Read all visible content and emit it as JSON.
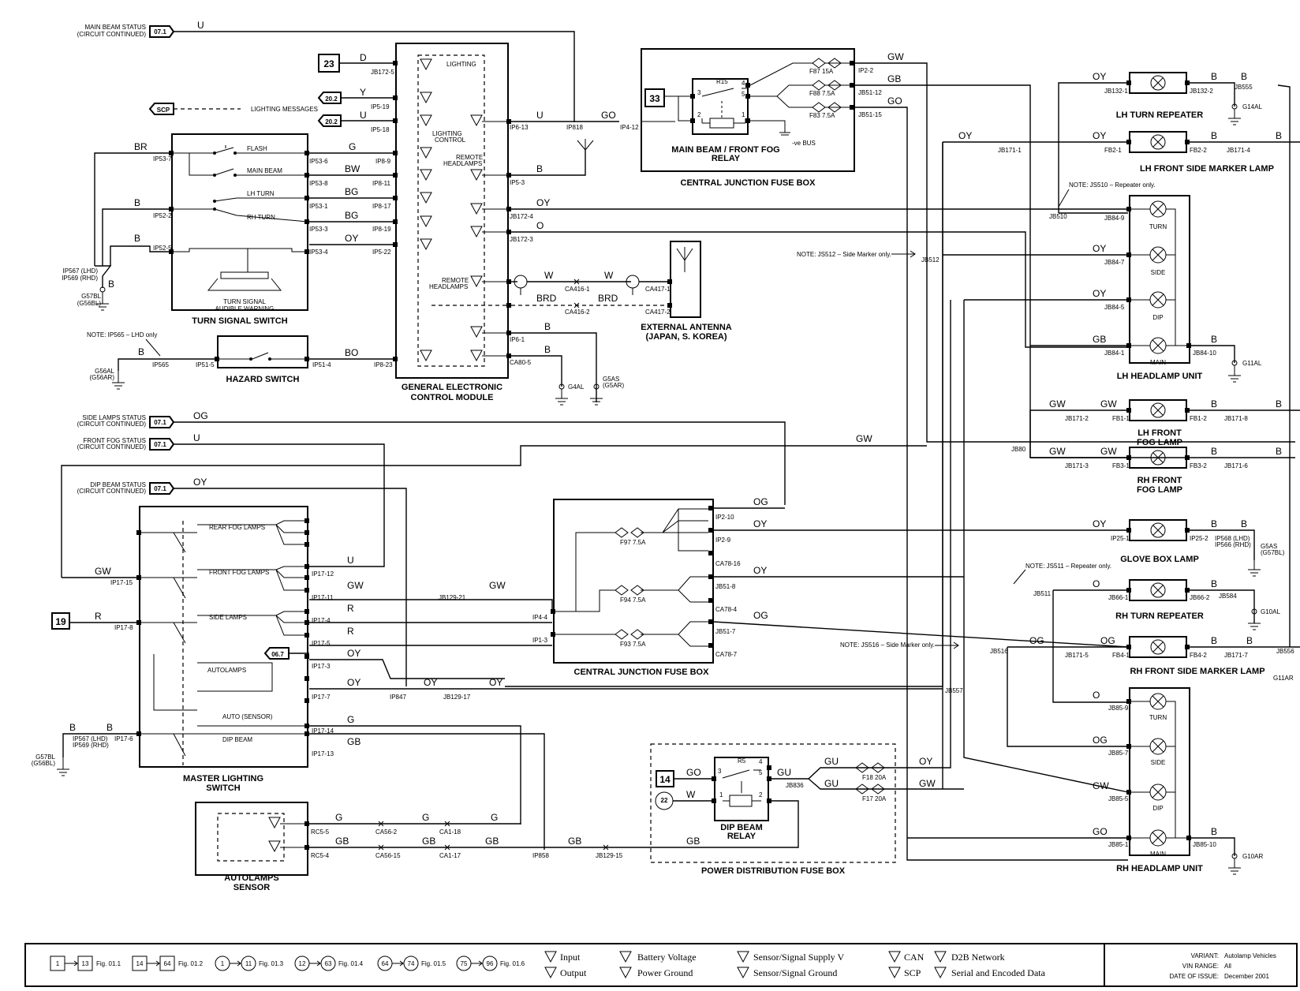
{
  "ref_main_beam": "07.1",
  "ref_side_lamps": "07.1",
  "ref_front_fog": "07.1",
  "ref_dip_beam": "07.1",
  "ref_23": "23",
  "ref_20_2a": "20.2",
  "ref_20_2b": "20.2",
  "ref_scp": "SCP",
  "ref_19": "19",
  "ref_33": "33",
  "ref_14": "14",
  "ref_22": "22",
  "ref_06_7": "06.7",
  "status_main_beam": "MAIN BEAM STATUS",
  "status_side_lamps": "SIDE LAMPS STATUS",
  "status_front_fog": "FRONT FOG STATUS",
  "status_dip_beam": "DIP BEAM STATUS",
  "circuit_continued": "(CIRCUIT CONTINUED)",
  "lighting_messages": "LIGHTING MESSAGES",
  "gecm_title": "GENERAL ELECTRONIC",
  "gecm_title2": "CONTROL MODULE",
  "gecm_lighting": "LIGHTING",
  "gecm_lighting_control": "LIGHTING",
  "gecm_lighting_control2": "CONTROL",
  "gecm_remote_headlamps": "REMOTE",
  "gecm_remote_headlamps2": "HEADLAMPS",
  "turn_signal_switch": "TURN SIGNAL SWITCH",
  "tss_flash": "FLASH",
  "tss_main_beam": "MAIN BEAM",
  "tss_lh_turn": "LH TURN",
  "tss_rh_turn": "RH TURN",
  "tss_audible": "TURN SIGNAL",
  "tss_audible2": "AUDIBLE WARNING",
  "hazard_switch": "HAZARD SWITCH",
  "note_ip565": "NOTE: IP565 – LHD only",
  "ext_antenna": "EXTERNAL ANTENNA",
  "ext_antenna2": "(JAPAN, S. KOREA)",
  "cjfb_title": "CENTRAL JUNCTION FUSE BOX",
  "relay_main": "MAIN BEAM / FRONT FOG",
  "relay_main2": "RELAY",
  "ve_bus": "-ve BUS",
  "r15": "R15",
  "lh_turn_repeater": "LH TURN REPEATER",
  "lh_front_side_marker": "LH FRONT SIDE MARKER LAMP",
  "lh_headlamp_unit": "LH HEADLAMP UNIT",
  "lh_front_fog": "LH FRONT",
  "lh_front_fog2": "FOG LAMP",
  "rh_front_fog": "RH FRONT",
  "rh_front_fog2": "FOG LAMP",
  "glove_box_lamp": "GLOVE BOX LAMP",
  "rh_turn_repeater": "RH TURN REPEATER",
  "rh_front_side_marker": "RH FRONT SIDE MARKER LAMP",
  "rh_headlamp_unit": "RH HEADLAMP UNIT",
  "note_js510": "NOTE: JS510 – Repeater only.",
  "note_js512": "NOTE: JS512 – Side Marker only.",
  "note_js511": "NOTE: JS511 – Repeater only.",
  "note_js516": "NOTE: JS516 – Side Marker only.",
  "lamp_turn": "TURN",
  "lamp_side": "SIDE",
  "lamp_dip": "DIP",
  "lamp_main": "MAIN",
  "master_lighting_switch": "MASTER LIGHTING",
  "master_lighting_switch2": "SWITCH",
  "mls_rear_fog": "REAR FOG LAMPS",
  "mls_front_fog": "FRONT FOG LAMPS",
  "mls_side_lamps": "SIDE LAMPS",
  "mls_autolamps": "AUTOLAMPS",
  "mls_auto_sensor": "AUTO (SENSOR)",
  "mls_dip_beam": "DIP BEAM",
  "autolamps_sensor": "AUTOLAMPS",
  "autolamps_sensor2": "SENSOR",
  "pdfb_title": "POWER DISTRIBUTION FUSE BOX",
  "dip_beam_relay": "DIP BEAM",
  "dip_beam_relay2": "RELAY",
  "r5": "R5",
  "legend": {
    "r1a": "1",
    "r1b": "13",
    "r1t": "Fig. 01.1",
    "r2a": "14",
    "r2b": "64",
    "r2t": "Fig. 01.2",
    "r3a": "1",
    "r3b": "11",
    "r3t": "Fig. 01.3",
    "r4a": "12",
    "r4b": "63",
    "r4t": "Fig. 01.4",
    "r5a": "64",
    "r5b": "74",
    "r5t": "Fig. 01.5",
    "r6a": "75",
    "r6b": "96",
    "r6t": "Fig. 01.6",
    "input": "Input",
    "output": "Output",
    "battery_voltage": "Battery Voltage",
    "power_ground": "Power Ground",
    "sensor_supply": "Sensor/Signal Supply V",
    "sensor_ground": "Sensor/Signal Ground",
    "can": "CAN",
    "scp": "SCP",
    "d2b": "D2B Network",
    "serial": "Serial and Encoded Data",
    "variant_label": "VARIANT:",
    "variant_value": "Autolamp Vehicles",
    "vin_label": "VIN RANGE:",
    "vin_value": "All",
    "date_label": "DATE OF ISSUE:",
    "date_value": "December 2001"
  }
}
